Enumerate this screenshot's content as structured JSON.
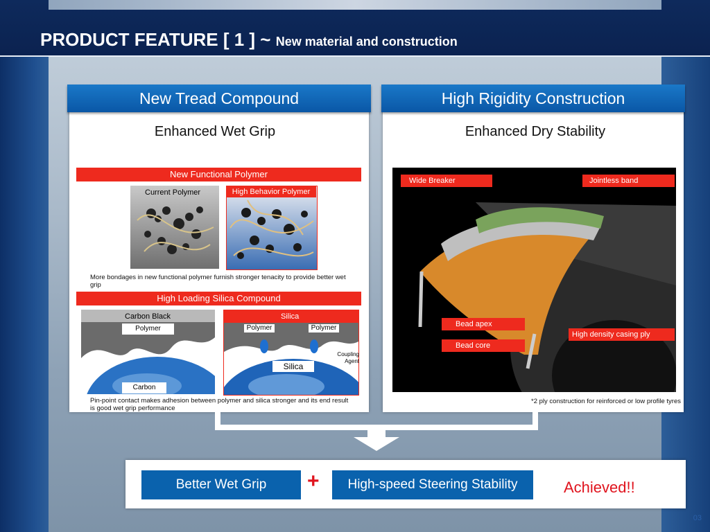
{
  "header": {
    "title_main": "PRODUCT FEATURE [ 1 ] ~",
    "title_sub": "New material and construction"
  },
  "left": {
    "heading": "New Tread Compound",
    "subtitle": "Enhanced Wet Grip",
    "bar1": "New Functional Polymer",
    "img1_left": "Current Polymer",
    "img1_right": "High Behavior Polymer",
    "note1": "More bondages in new functional polymer furnish stronger tenacity to provide better wet grip",
    "bar2": "High Loading Silica Compound",
    "img2_left_title": "Carbon Black",
    "img2_left_polymer": "Polymer",
    "img2_left_carbon": "Carbon",
    "img2_right_title": "Silica",
    "img2_right_polymer_a": "Polymer",
    "img2_right_polymer_b": "Polymer",
    "img2_right_coupling": "Coupling Agent",
    "img2_right_silica": "Silica",
    "note2": "Pin-point contact makes adhesion between polymer and silica stronger and its end result is good wet grip performance"
  },
  "right": {
    "heading": "High Rigidity Construction",
    "subtitle": "Enhanced Dry Stability",
    "labels": {
      "wide_breaker": "Wide Breaker",
      "jointless_band": "Jointless band",
      "bead_apex": "Bead apex",
      "bead_core": "Bead core",
      "casing_ply": "High density casing ply"
    },
    "footnote": "*2 ply construction for reinforced or low profile tyres"
  },
  "result": {
    "wet_grip": "Better Wet Grip",
    "plus": "+",
    "steering": "High-speed Steering Stability",
    "achieved": "Achieved!!"
  },
  "page_number": "03",
  "colors": {
    "accent_red": "#ee2a1e",
    "heading_blue": "#0a62ad",
    "achieved_red": "#e0141e"
  }
}
